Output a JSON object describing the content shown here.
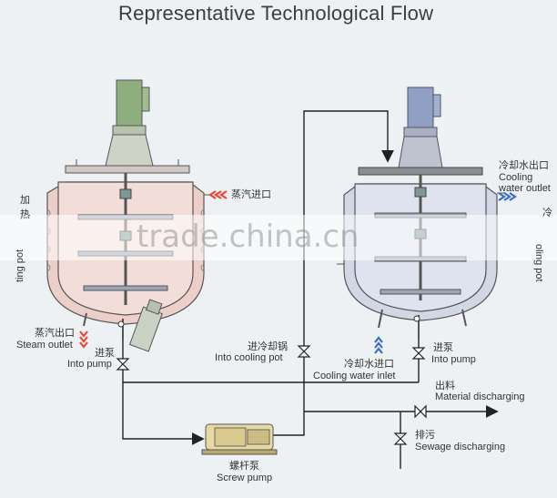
{
  "title": "Representative Technological Flow",
  "watermark": "trade.china.cn",
  "left_tank": {
    "heating_pot_zh": "加热",
    "heating_pot_en": "ting pot",
    "steam_inlet_zh": "蒸汽进口",
    "steam_outlet_zh": "蒸汽出口",
    "steam_outlet_en": "Steam outlet",
    "into_pump_zh": "进泵",
    "into_pump_en": "Into pump"
  },
  "right_tank": {
    "cooling_outlet_zh": "冷却水出口",
    "cooling_outlet_en1": "Cooling",
    "cooling_outlet_en2": "water outlet",
    "cooling_side_zh": "冷",
    "cooling_pot_en": "oling pot",
    "into_cooling_pot_zh": "进冷却锅",
    "into_cooling_pot_en": "Into cooling pot",
    "cooling_inlet_zh": "冷却水进口",
    "cooling_inlet_en": "Cooling water inlet",
    "into_pump_zh": "进泵",
    "into_pump_en": "Into pump"
  },
  "outputs": {
    "material_zh": "出料",
    "material_en": "Material discharging",
    "sewage_zh": "排污",
    "sewage_en": "Sewage discharging"
  },
  "pump": {
    "zh": "螺杆泵",
    "en": "Screw pump"
  },
  "colors": {
    "left_tank_fill": "#f3ddd8",
    "right_tank_fill": "#dfe3f0",
    "motor_green": "#8fae7e",
    "motor_blue": "#8fa0c4",
    "steam_red": "#e8473a",
    "water_blue": "#3a6fc2",
    "pump_yellow": "#e7d9a3"
  }
}
